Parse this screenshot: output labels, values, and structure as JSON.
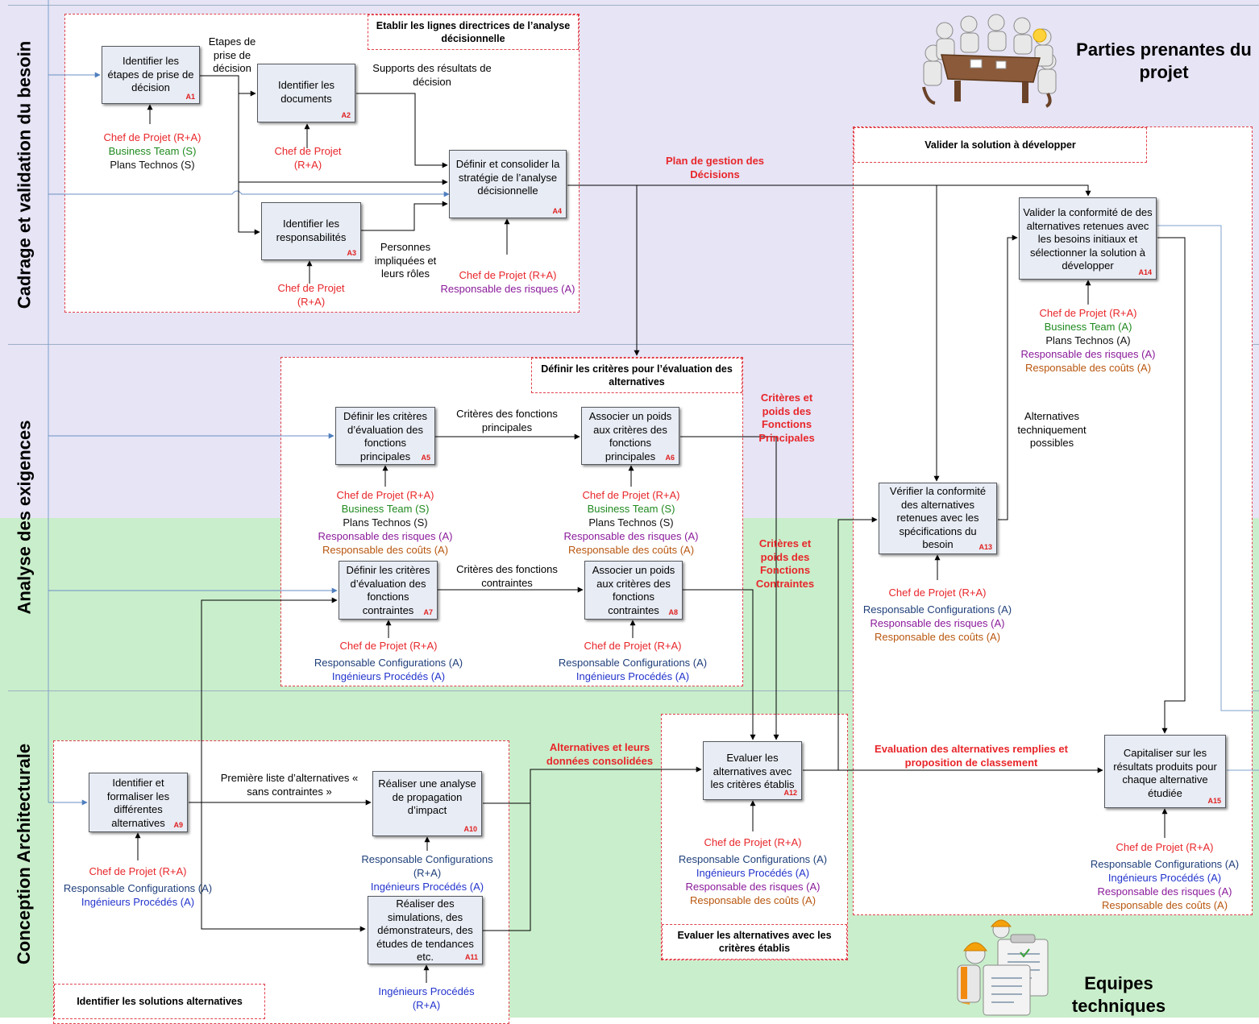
{
  "lanes": [
    {
      "label": "Cadrage et validation du besoin"
    },
    {
      "label": "Analyse des exigences"
    },
    {
      "label": "Conception Architecturale"
    }
  ],
  "groups": {
    "g1": "Etablir les lignes directrices de l’analyse décisionnelle",
    "g2": "Définir les critères pour l’évaluation des alternatives",
    "g3": "Valider la solution à développer",
    "g4": "Evaluer les alternatives avec les critères établis",
    "g5": "Identifier les solutions alternatives"
  },
  "actors": {
    "stakeholders": "Parties prenantes du projet",
    "teams": "Equipes techniques"
  },
  "boxes": {
    "a1": {
      "text": "Identifier les étapes de prise de décision",
      "code": "A1"
    },
    "a2": {
      "text": "Identifier les documents",
      "code": "A2"
    },
    "a3": {
      "text": "Identifier les responsabilités",
      "code": "A3"
    },
    "a4": {
      "text": "Définir et consolider la stratégie de l’analyse décisionnelle",
      "code": "A4"
    },
    "a5": {
      "text": "Définir les critères d’évaluation des fonctions principales",
      "code": "A5"
    },
    "a6": {
      "text": "Associer un poids aux critères des fonctions principales",
      "code": "A6"
    },
    "a7": {
      "text": "Définir les critères d’évaluation des fonctions contraintes",
      "code": "A7"
    },
    "a8": {
      "text": "Associer un poids aux critères des fonctions contraintes",
      "code": "A8"
    },
    "a9": {
      "text": "Identifier et formaliser les différentes alternatives",
      "code": "A9"
    },
    "a10": {
      "text": "Réaliser une analyse de propagation d’impact",
      "code": "A10"
    },
    "a11": {
      "text": "Réaliser des simulations, des démonstrateurs, des études de tendances etc.",
      "code": "A11"
    },
    "a12": {
      "text": "Evaluer les alternatives avec les critères établis",
      "code": "A12"
    },
    "a13": {
      "text": "Vérifier la conformité des alternatives retenues avec les spécifications du besoin",
      "code": "A13"
    },
    "a14": {
      "text": "Valider la conformité de des alternatives retenues avec les besoins initiaux et sélectionner la solution à développer",
      "code": "A14"
    },
    "a15": {
      "text": "Capitaliser sur les résultats produits pour chaque alternative étudiée",
      "code": "A15"
    }
  },
  "mechanisms": {
    "m1": [
      "Chef de Projet  (R+A)",
      "Business Team (S)",
      "Plans Technos (S)"
    ],
    "m2": [
      "Chef de Projet",
      "(R+A)"
    ],
    "m3": [
      "Chef de Projet",
      "(R+A)"
    ],
    "m4": [
      "Chef de Projet  (R+A)",
      "Responsable des risques (A)"
    ],
    "m5": [
      "Chef de Projet  (R+A)",
      "Business Team (S)",
      "Plans Technos (S)",
      "Responsable des risques (A)",
      "Responsable des coûts (A)"
    ],
    "m6": [
      "Chef de Projet  (R+A)",
      "Business Team (S)",
      "Plans Technos (S)",
      "Responsable des risques (A)",
      "Responsable des coûts (A)"
    ],
    "m7": [
      "Chef de Projet  (R+A)",
      "Responsable Configurations (A)",
      "Ingénieurs Procédés (A)"
    ],
    "m8": [
      "Chef de Projet  (R+A)",
      "Responsable Configurations (A)",
      "Ingénieurs Procédés (A)"
    ],
    "m9": [
      "Chef de Projet  (R+A)",
      "Responsable Configurations (A)",
      "Ingénieurs Procédés (A)"
    ],
    "m10": [
      "Responsable Configurations",
      "(R+A)",
      "Ingénieurs Procédés (A)"
    ],
    "m11": [
      "Ingénieurs Procédés",
      "(R+A)"
    ],
    "m12": [
      "Chef de Projet  (R+A)",
      "Responsable Configurations (A)",
      "Ingénieurs Procédés (A)",
      "Responsable des risques (A)",
      "Responsable des coûts (A)"
    ],
    "m13": [
      "Chef de Projet  (R+A)",
      "Responsable Configurations (A)",
      "Responsable des risques (A)",
      "Responsable des coûts (A)"
    ],
    "m14": [
      "Chef de Projet  (R+A)",
      "Business Team (A)",
      "Plans Technos (A)",
      "Responsable des risques (A)",
      "Responsable des coûts (A)"
    ],
    "m15": [
      "Chef de Projet  (R+A)",
      "Responsable Configurations (A)",
      "Ingénieurs Procédés (A)",
      "Responsable des risques (A)",
      "Responsable des coûts (A)"
    ]
  },
  "flows": {
    "etapes": "Etapes de prise de décision",
    "supports": "Supports des résultats de décision",
    "personnes": "Personnes impliquées et leurs rôles",
    "plan": "Plan de gestion des Décisions",
    "crit_fp": "Critères des fonctions principales",
    "crit_fc": "Critères des fonctions contraintes",
    "poids_fp": "Critères et poids des Fonctions Principales",
    "poids_fc": "Critères et poids des Fonctions Contraintes",
    "premiere": "Première liste d’alternatives « sans contraintes »",
    "consolidees": "Alternatives et leurs données consolidées",
    "evaluation": "Evaluation des alternatives remplies et proposition de classement",
    "techniquement": "Alternatives techniquement possibles"
  },
  "colors": {
    "red": "#e8262a",
    "green": "#1f8a1f",
    "black": "#111111",
    "purple": "#8a1a9a",
    "brown": "#b8560e",
    "navy": "#1f3f7a",
    "blue": "#2233cc",
    "lane_purple": "#e6e4f5",
    "lane_green": "#c9eecb",
    "box_fill": "#e8ecf4"
  }
}
